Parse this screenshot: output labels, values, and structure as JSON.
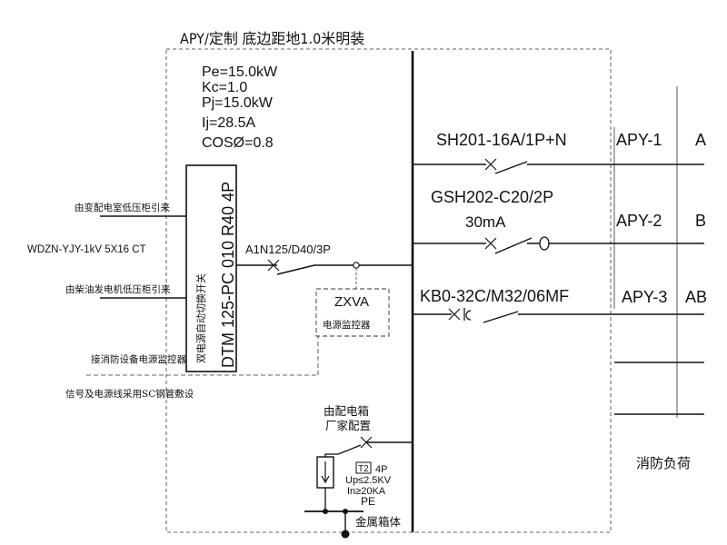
{
  "title": "APY/定制 底边距地1.0米明装",
  "params": {
    "pe": "Pe=15.0kW",
    "kc": "Kc=1.0",
    "pj": "Pj=15.0kW",
    "ij": "Ij=28.5A",
    "cos": "COSØ=0.8"
  },
  "ats": {
    "label": "双电源自动切换开关",
    "model": "DTM 125-PC 010 R40 4P"
  },
  "inputs": {
    "from_transformer": "由变配电室低压柜引来",
    "cable": "WDZN-YJY-1kV 5X16 CT",
    "from_generator": "由柴油发电机低压柜引来",
    "fire_monitor": "接消防设备电源监控器",
    "signal_line": "信号及电源线采用SC钢管敷设"
  },
  "main_breaker": "A1N125/D40/3P",
  "monitor": {
    "code": "ZXVA",
    "name": "电源监控器"
  },
  "circuits": [
    {
      "breaker": "SH201-16A/1P+N",
      "breaker2": "",
      "id": "APY-1",
      "phase": "A"
    },
    {
      "breaker": "GSH202-C20/2P",
      "breaker2": "30mA",
      "id": "APY-2",
      "phase": "B"
    },
    {
      "breaker": "KB0-32C/M32/06MF",
      "breaker2": "",
      "id": "APY-3",
      "phase": "AB"
    }
  ],
  "spd": {
    "note1": "由配电箱",
    "note2": "厂家配置",
    "class": "T2",
    "poles": "4P",
    "up": "Up≤2.5KV",
    "in": "In≥20KA",
    "pe": "PE",
    "enclosure": "金属箱体"
  },
  "fire_load": "消防负荷"
}
